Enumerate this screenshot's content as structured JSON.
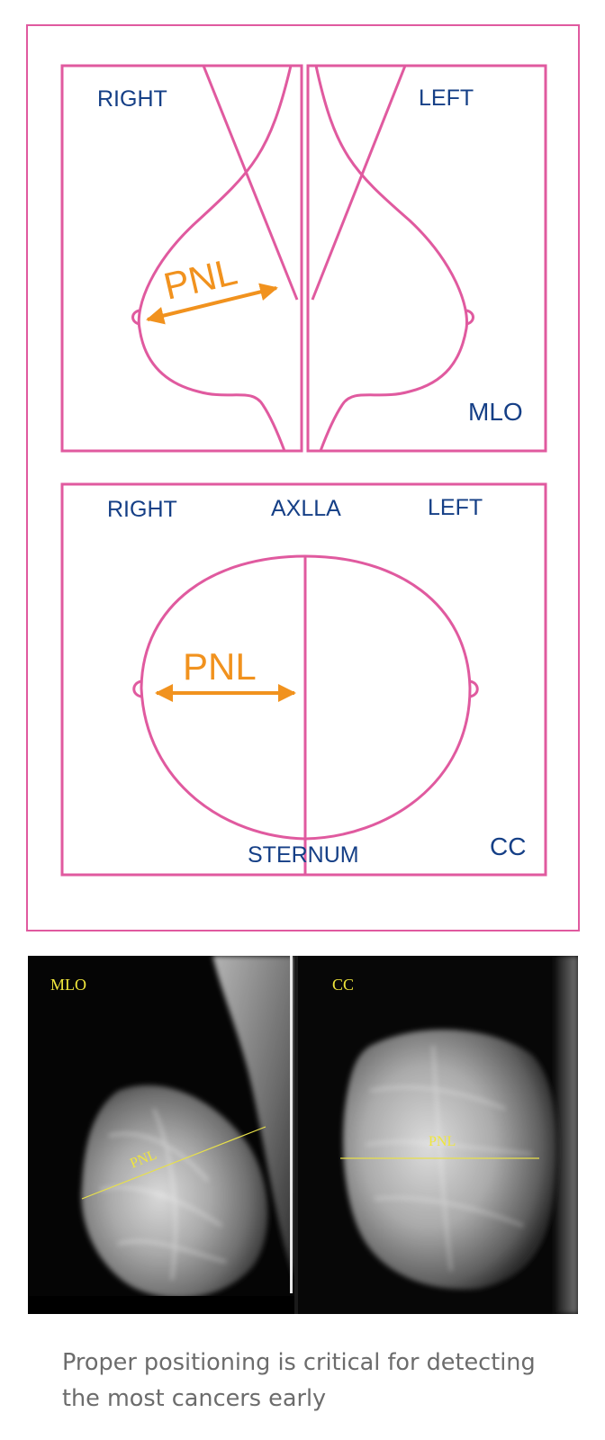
{
  "diagram": {
    "mlo_view": {
      "right_label": "RIGHT",
      "left_label": "LEFT",
      "view_label": "MLO",
      "pnl_label": "PNL"
    },
    "cc_view": {
      "right_label": "RIGHT",
      "axilla_label": "AXLLA",
      "left_label": "LEFT",
      "pnl_label": "PNL",
      "sternum_label": "STERNUM",
      "view_label": "CC"
    },
    "colors": {
      "outline": "#e05a9f",
      "labels": "#153f86",
      "pnl_arrow": "#f1921e"
    }
  },
  "mammograms": {
    "mlo_label": "MLO",
    "cc_label": "CC",
    "mlo_pnl_label": "PNL",
    "cc_pnl_label": "PNL",
    "pnl_line_color": "#e8e04a"
  },
  "caption": {
    "text": "Proper positioning is critical for detecting the most cancers early"
  }
}
